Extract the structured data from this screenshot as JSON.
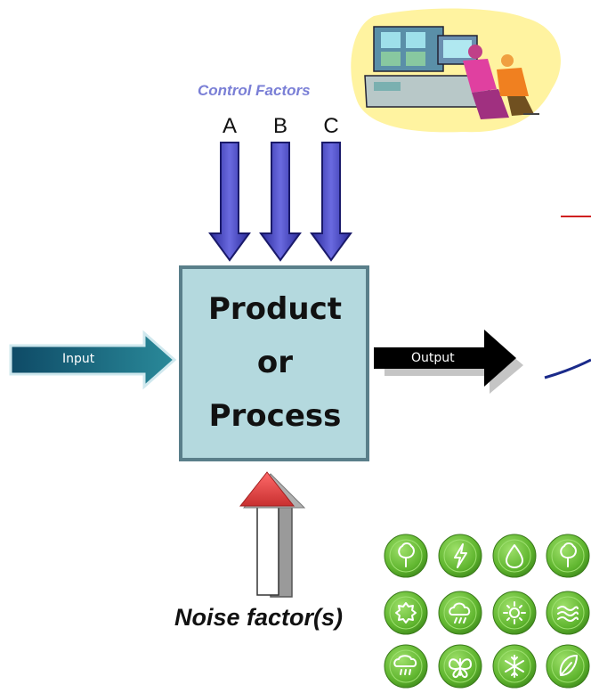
{
  "control_factors": {
    "title": "Control Factors",
    "labels": [
      "A",
      "B",
      "C"
    ]
  },
  "process_box": {
    "lines": [
      "Product",
      "or",
      "Process"
    ]
  },
  "input": {
    "label": "Input"
  },
  "output": {
    "label": "Output"
  },
  "noise": {
    "label": "Noise factor(s)"
  },
  "clipart": {
    "description": "computer-operators"
  },
  "icons": [
    "tree-icon",
    "lightning-icon",
    "water-drop-icon",
    "tree-icon",
    "gear-icon",
    "cloud-rain-icon",
    "sun-icon",
    "waves-icon",
    "rain-cloud-icon",
    "butterfly-icon",
    "snowflake-icon",
    "leaf-icon"
  ],
  "colors": {
    "control_arrow": "#3f3fb8",
    "box_fill": "#b4d9de",
    "input_arrow": "#1d6a86",
    "output_arrow": "#000000",
    "noise_arrow": "#e84b4b",
    "icon_green": "#6cc23a",
    "clipart_bg": "#fff4a0"
  }
}
